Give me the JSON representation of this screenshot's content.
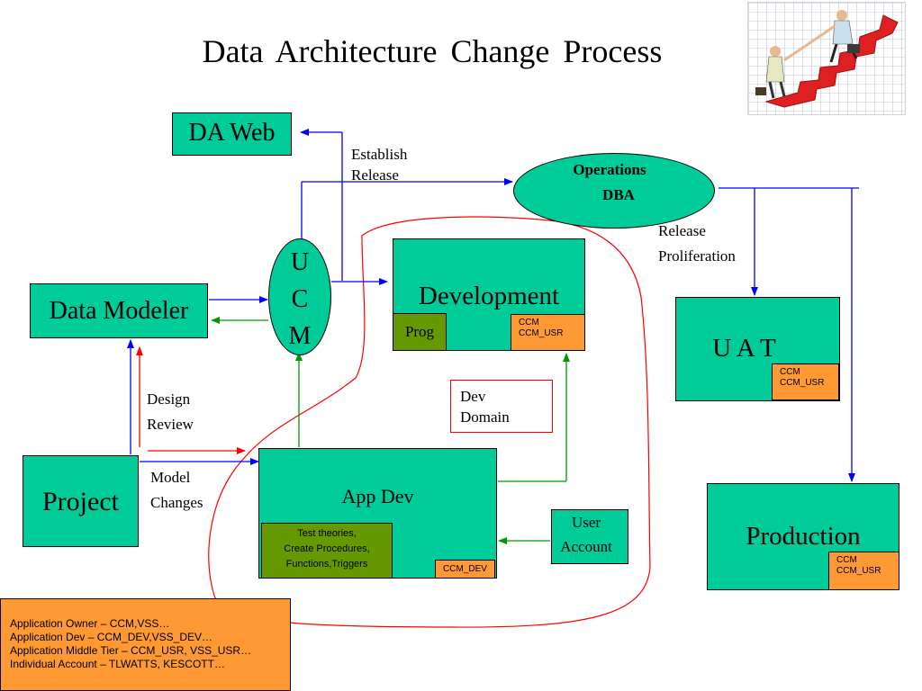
{
  "title": "Data Architecture Change Process",
  "illustration": "business-people-climbing-growth-chart",
  "colors": {
    "box": "#00cc99",
    "orange": "#ff9933",
    "olive": "#669900",
    "flow_blue": "#0000ff",
    "flow_green": "#009900",
    "flow_red": "#ff0000"
  },
  "nodes": {
    "da_web": "DA Web",
    "data_modeler": "Data Modeler",
    "project": "Project",
    "ucm": [
      "U",
      "C",
      "M"
    ],
    "operations": [
      "Operations",
      "DBA"
    ],
    "development": "Development",
    "prog": "Prog",
    "dev_ccm": [
      "CCM",
      "CCM_USR"
    ],
    "uat": "U A T",
    "uat_ccm": [
      "CCM",
      "CCM_USR"
    ],
    "production": "Production",
    "prod_ccm": [
      "CCM",
      "CCM_USR"
    ],
    "app_dev": "App Dev",
    "test_theories": [
      "Test theories,",
      "Create  Procedures,",
      "Functions,Triggers"
    ],
    "ccm_dev": "CCM_DEV",
    "user_account": [
      "User",
      "Account"
    ],
    "dev_domain": [
      "Dev",
      "Domain"
    ]
  },
  "labels": {
    "establish_release": [
      "Establish",
      "Release"
    ],
    "release_proliferation": [
      "Release",
      "Proliferation"
    ],
    "design_review": [
      "Design",
      "Review"
    ],
    "model_changes": [
      "Model",
      "Changes"
    ]
  },
  "accounts_legend": [
    "Application Owner – CCM,VSS…",
    "Application Dev – CCM_DEV,VSS_DEV…",
    "Application Middle Tier – CCM_USR, VSS_USR…",
    "Individual Account – TLWATTS, KESCOTT…"
  ]
}
